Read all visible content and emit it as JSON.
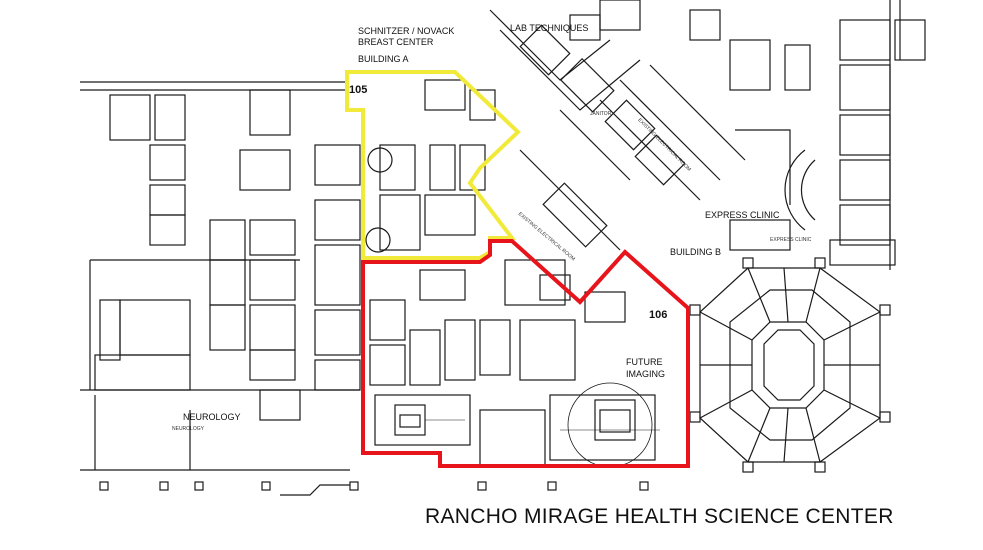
{
  "labels": {
    "breast_center_line1": "SCHNITZER / NOVACK",
    "breast_center_line2": "BREAST CENTER",
    "building_a": "BUILDING A",
    "lab_techniques": "LAB TECHNIQUES",
    "express_clinic": "EXPRESS CLINIC",
    "express_clinic_small": "EXPRESS CLINIC",
    "building_b": "BUILDING B",
    "future_imaging_line1": "FUTURE",
    "future_imaging_line2": "IMAGING",
    "neurology": "NEUROLOGY",
    "neurology_small": "NEUROLOGY",
    "room_105": "105",
    "room_106": "106",
    "title": "RANCHO MIRAGE HEALTH SCIENCE CENTER",
    "existing_electrical_room_1": "EXISTING ELECTRICAL ROOM",
    "existing_electrical_room_2": "EXISTING ELECTRICAL ROOM",
    "janitor": "JANITOR"
  },
  "colors": {
    "zone_105_outline": "#f2ea3a",
    "zone_106_outline": "#e8141c",
    "walls": "#1a1a1a",
    "background": "#ffffff"
  }
}
